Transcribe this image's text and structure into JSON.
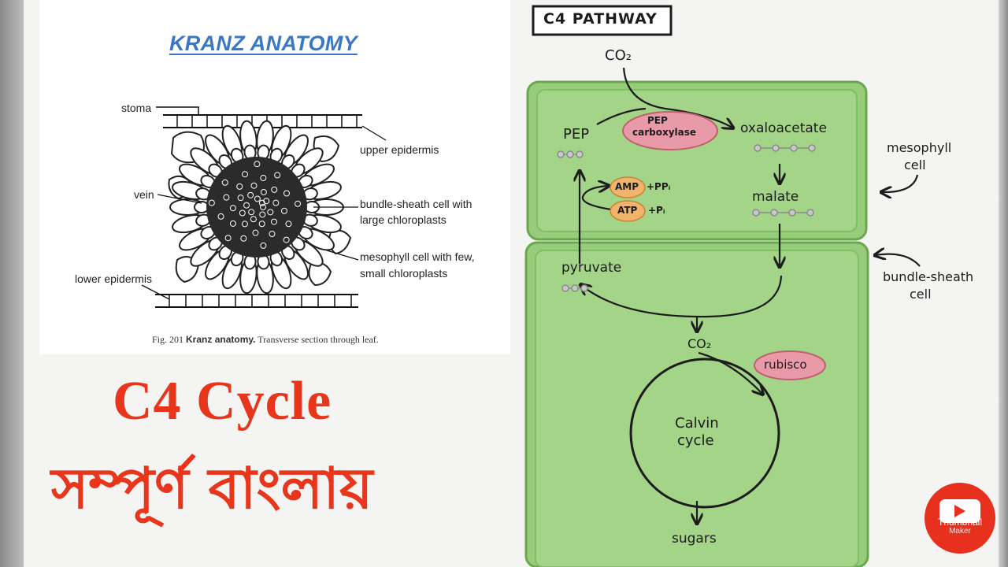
{
  "kranz": {
    "title": "KRANZ ANATOMY",
    "labels": {
      "stoma": "stoma",
      "upper_epidermis": "upper epidermis",
      "vein": "vein",
      "bundle_sheath_1": "bundle-sheath cell with",
      "bundle_sheath_2": "large chloroplasts",
      "mesophyll_1": "mesophyll cell with few,",
      "mesophyll_2": "small chloroplasts",
      "lower_epidermis": "lower epidermis"
    },
    "caption_prefix": "Fig. 201",
    "caption_bold": "Kranz anatomy.",
    "caption_rest": "Transverse section through leaf."
  },
  "headline": {
    "title": "C4 Cycle",
    "subtitle": "সম্পূর্ণ বাংলায়"
  },
  "pathway": {
    "title": "C4 PATHWAY",
    "co2_top": "CO₂",
    "pep": "PEP",
    "pep_enzyme_1": "PEP",
    "pep_enzyme_2": "carboxylase",
    "oxaloacetate": "oxaloacetate",
    "malate": "malate",
    "amp": "AMP",
    "ppi": "+PPᵢ",
    "atp": "ATP",
    "pi": "+Pᵢ",
    "pyruvate": "pyruvate",
    "co2_bottom": "CO₂",
    "rubisco": "rubisco",
    "calvin_1": "Calvin",
    "calvin_2": "cycle",
    "sugars": "sugars",
    "mesophyll_1": "mesophyll",
    "mesophyll_2": "cell",
    "bundle_1": "bundle-sheath",
    "bundle_2": "cell"
  },
  "badge": {
    "label": "Thumbnail",
    "sub": "Maker"
  },
  "colors": {
    "accent_red": "#e8361c",
    "title_blue": "#3b78c2",
    "cell_green": "#97cd7a",
    "cell_border": "#6aa84f",
    "enzyme_pink": "#e89aa8",
    "cofactor_orange": "#f2b36b"
  }
}
